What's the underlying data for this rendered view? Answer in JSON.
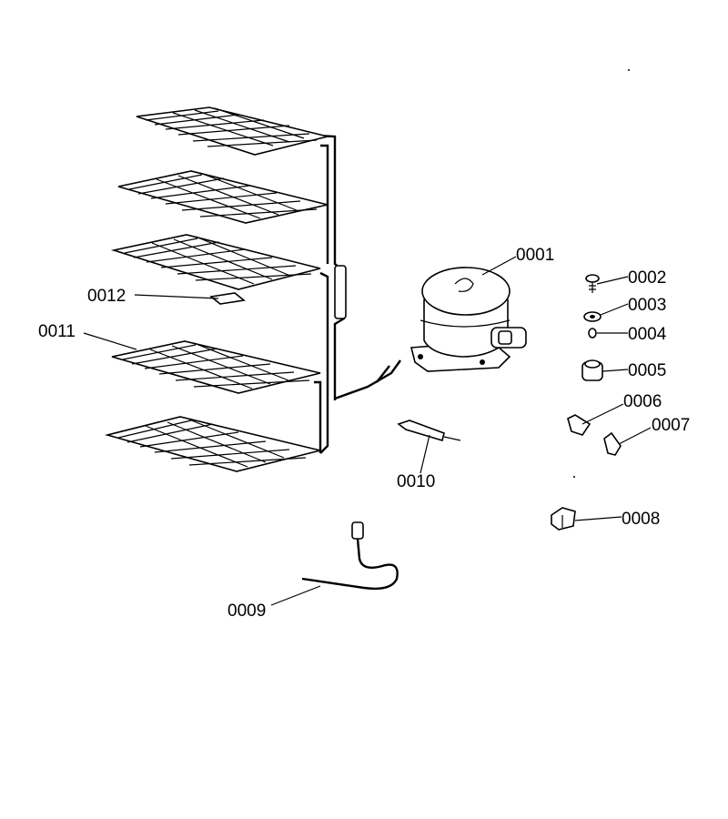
{
  "diagram": {
    "parts": [
      {
        "code": "0001",
        "name": "compressor"
      },
      {
        "code": "0002",
        "name": "screw"
      },
      {
        "code": "0003",
        "name": "washer"
      },
      {
        "code": "0004",
        "name": "clip"
      },
      {
        "code": "0005",
        "name": "grommet"
      },
      {
        "code": "0006",
        "name": "bracket"
      },
      {
        "code": "0007",
        "name": "relay-clip"
      },
      {
        "code": "0008",
        "name": "relay"
      },
      {
        "code": "0009",
        "name": "cable"
      },
      {
        "code": "0010",
        "name": "filter-dryer"
      },
      {
        "code": "0011",
        "name": "evaporator-shelf"
      },
      {
        "code": "0012",
        "name": "label"
      }
    ]
  }
}
